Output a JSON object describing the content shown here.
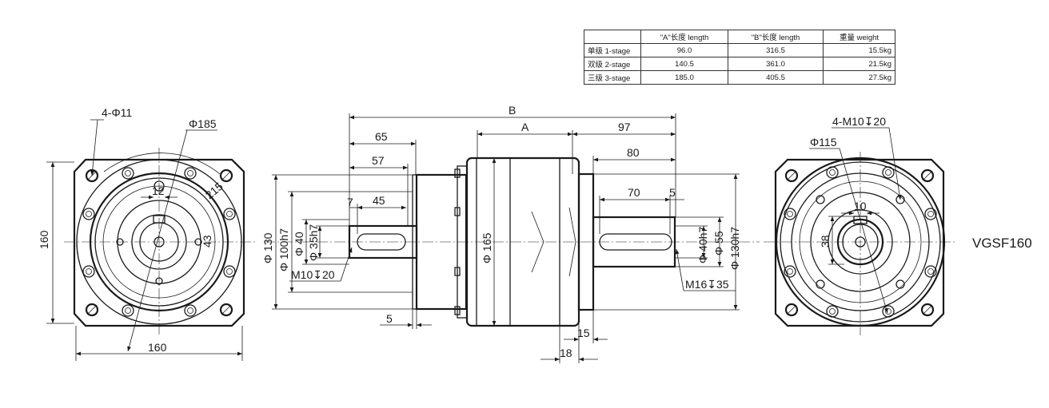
{
  "spec_table": {
    "headers": [
      "",
      "\"A\"长度 length",
      "\"B\"长度  length",
      "重量 weight"
    ],
    "rows": [
      {
        "stage": "单级 1-stage",
        "a": "96.0",
        "b": "316.5",
        "weight": "15.5kg"
      },
      {
        "stage": "双级 2-stage",
        "a": "140.5",
        "b": "361.0",
        "weight": "21.5kg"
      },
      {
        "stage": "三级 3-stage",
        "a": "185.0",
        "b": "405.5",
        "weight": "27.5kg"
      }
    ]
  },
  "left_view": {
    "hole_label": "4-Φ11",
    "pcd_label": "Φ185",
    "diag_label": "215",
    "key_label": "12",
    "height_label": "43",
    "side_label": "160",
    "bottom_label": "160"
  },
  "side_view": {
    "B": "B",
    "A": "A",
    "d65": "65",
    "d57": "57",
    "d7": "7",
    "d45": "45",
    "d97": "97",
    "d80": "80",
    "d70": "70",
    "d5_top": "5",
    "d5_bottom": "5",
    "d15": "15",
    "d18": "18",
    "phi130_left": "Φ 130",
    "phi100h7": "Φ 100h7",
    "phi40_left": "Φ 40",
    "phi35h7": "Φ 35h7",
    "m10_left": "M10↧20",
    "phi165": "Φ 165",
    "phi40h7": "Φ 40h7",
    "phi55": "Φ 55",
    "phi130h7": "Φ 130h7",
    "m16": "M16↧35"
  },
  "right_view": {
    "thread_label": "4-M10↧20",
    "pcd_label": "Φ115",
    "key_label": "10",
    "height_label": "38"
  },
  "model": "VGSF160"
}
